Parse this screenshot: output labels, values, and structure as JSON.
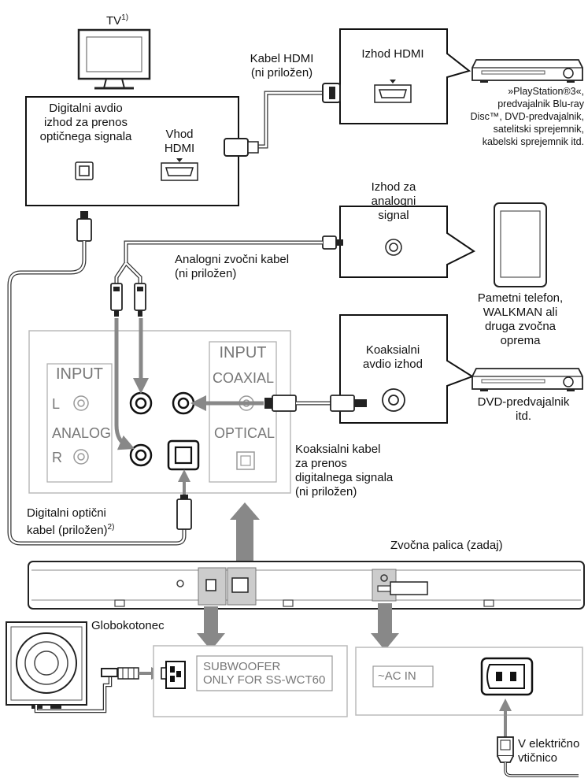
{
  "tv": {
    "label": "TV",
    "footnote": "1)"
  },
  "tv_box": {
    "optical_out": [
      "Digitalni avdio",
      "izhod za prenos",
      "optičnega signala"
    ],
    "hdmi_in": [
      "Vhod",
      "HDMI"
    ]
  },
  "hdmi_cable": [
    "Kabel HDMI",
    "(ni priložen)"
  ],
  "hdmi_out_box": {
    "label": "Izhod HDMI"
  },
  "hdmi_device": [
    "»PlayStation®3«,",
    "predvajalnik Blu-ray",
    "Disc™, DVD-predvajalnik,",
    "satelitski sprejemnik,",
    "kabelski sprejemnik itd."
  ],
  "analog_out_box": {
    "label": [
      "Izhod za",
      "analogni",
      "signal"
    ]
  },
  "analog_cable": [
    "Analogni zvočni kabel",
    "(ni priložen)"
  ],
  "phone_device": [
    "Pametni telefon,",
    "WALKMAN ali",
    "druga zvočna",
    "oprema"
  ],
  "coaxial_out_box": {
    "label": [
      "Koaksialni",
      "avdio izhod"
    ]
  },
  "dvd_device": [
    "DVD-predvajalnik",
    "itd."
  ],
  "coaxial_cable": [
    "Koaksialni kabel",
    "za prenos",
    "digitalnega signala",
    "(ni priložen)"
  ],
  "optical_cable": {
    "lines": [
      "Digitalni optični",
      "kabel (priložen)"
    ],
    "footnote": "2)"
  },
  "soundbar": {
    "label": "Zvočna palica (zadaj)"
  },
  "subwoofer": {
    "label": "Globokotonec"
  },
  "input_panel": {
    "input_left": "INPUT",
    "l": "L",
    "analog": "ANALOG",
    "r": "R",
    "input_right": "INPUT",
    "coaxial": "COAXIAL",
    "optical": "OPTICAL"
  },
  "subwoofer_panel": [
    "SUBWOOFER",
    "ONLY FOR SS-WCT60"
  ],
  "ac_panel": {
    "label": "~AC IN"
  },
  "outlet": [
    "V električno",
    "vtičnico"
  ]
}
